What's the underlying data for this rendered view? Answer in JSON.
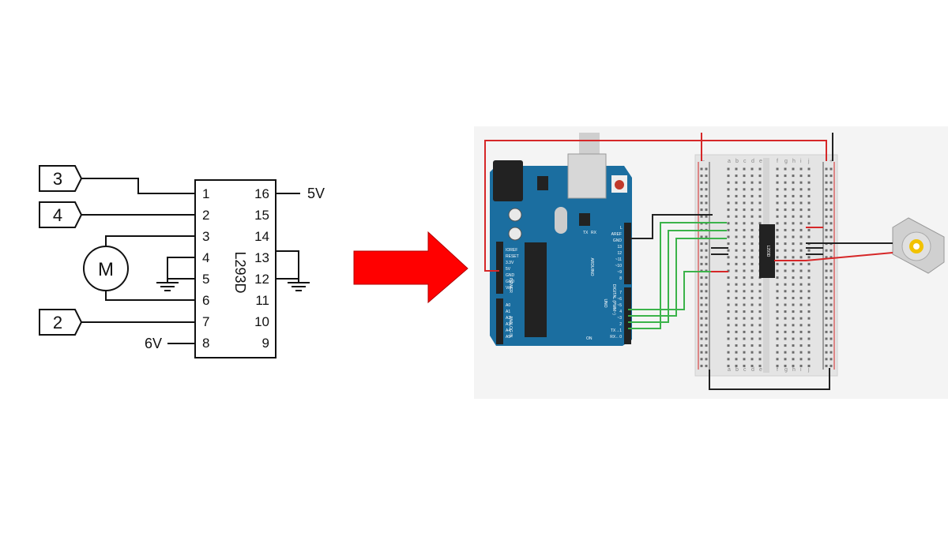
{
  "schematic": {
    "chip": "L293D",
    "left_pins": [
      "1",
      "2",
      "3",
      "4",
      "5",
      "6",
      "7",
      "8"
    ],
    "right_pins": [
      "16",
      "15",
      "14",
      "13",
      "12",
      "11",
      "10",
      "9"
    ],
    "inputs": [
      "3",
      "4",
      "2"
    ],
    "supply_5v": "5V",
    "supply_6v": "6V",
    "motor": "M"
  },
  "arrow": {
    "color": "#ff0000"
  },
  "breadboard_circuit": {
    "arduino_logo": "ARDUINO",
    "uno_label": "UNO",
    "power_label": "POWER",
    "analog_label": "ANALOG IN",
    "digital_label": "DIGITAL (PWM~)",
    "header_left": [
      "IOREF",
      "RESET",
      "3.3V",
      "5V",
      "GND",
      "GND",
      "Vin"
    ],
    "analog_pins": [
      "A0",
      "A1",
      "A2",
      "A3",
      "A4",
      "A5"
    ],
    "digital_top": [
      "AREF",
      "GND",
      "13",
      "12",
      "~11",
      "~10",
      "~9",
      "8"
    ],
    "digital_bottom": [
      "7",
      "~6",
      "~5",
      "4",
      "~3",
      "2",
      "TX→1",
      "RX←0"
    ],
    "tx_rx": [
      "TX",
      "RX"
    ],
    "on_label": "ON",
    "l_label": "L",
    "chip_label": "L293D",
    "columns_left": [
      "a",
      "b",
      "c",
      "d",
      "e"
    ],
    "columns_right": [
      "f",
      "g",
      "h",
      "i",
      "j"
    ],
    "rail_minus": "−",
    "rail_plus": "+",
    "wire_colors": {
      "red": "#d62728",
      "black": "#222222",
      "green": "#3bb34a"
    }
  }
}
